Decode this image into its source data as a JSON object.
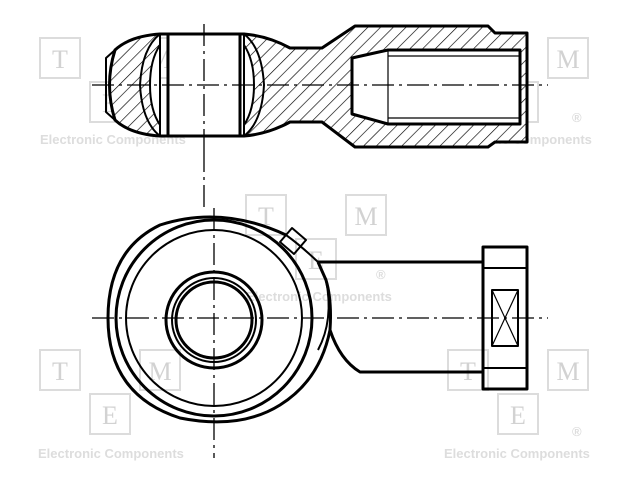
{
  "watermark": {
    "letters": [
      "T",
      "M",
      "E"
    ],
    "caption": "Electronic Components",
    "registered": "®"
  },
  "drawing": {
    "subject": "rod end with female thread (ball joint)",
    "views": [
      "section-view",
      "front-view"
    ]
  }
}
